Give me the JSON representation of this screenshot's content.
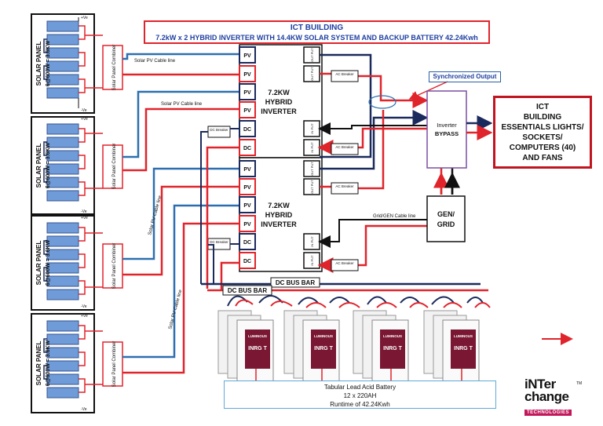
{
  "title": {
    "line1": "ICT BUILDING",
    "line2": "7.2kW x 2 HYBRID INVERTER WITH 14.4KW SOLAR SYSTEM AND BACKUP BATTERY 42.24Kwh"
  },
  "panels": [
    {
      "label_line1": "SOLAR PANEL",
      "label_line2": "6@600W = 3.6KW",
      "combiner": "Solar Panel Combiner"
    },
    {
      "label_line1": "SOLAR PANEL",
      "label_line2": "6@600W = 3.6KW",
      "combiner": "Solar Panel Combiner"
    },
    {
      "label_line1": "SOLAR PANEL",
      "label_line2": "6@600W = 3.6KW",
      "combiner": "Solar Panel Combiner"
    },
    {
      "label_line1": "SOLAR PANEL",
      "label_line2": "6@600W = 3.6KW",
      "combiner": "Solar Panel Combiner"
    }
  ],
  "panel_terminals": {
    "pos": "+Ve",
    "neg": "-Ve"
  },
  "cable_labels": {
    "pv1": "Solar PV Cable line",
    "pv2": "Solar PV Cable line",
    "pv3": "Solar PV Cable line",
    "pv4": "Solar PV Cable line",
    "grid": "Grid/GEN Cable line"
  },
  "inverters": [
    {
      "line1": "7.2KW",
      "line2": "HYBRID",
      "line3": "INVERTER"
    },
    {
      "line1": "7.2KW",
      "line2": "HYBRID",
      "line3": "INVERTER"
    }
  ],
  "ports": {
    "pv": "PV",
    "dc": "DC",
    "out": "OUT PUT",
    "in": "IN PUT"
  },
  "breakers": {
    "ac": "AC Breaker",
    "dc": "DC Breaker"
  },
  "sync_label": "Synchronized Output",
  "bypass": {
    "line1": "Inverter",
    "line2": "BYPASS"
  },
  "output_box": "ICT\nBUILDING\nESSENTIALS LIGHTS/\nSOCKETS/\nCOMPUTERS (40)\nAND FANS",
  "gen_grid": {
    "line1": "GEN/",
    "line2": "GRID"
  },
  "dc_bus_bar": "DC BUS BAR",
  "battery_brand": "LUMINOUS",
  "battery_model": "INRG T",
  "battery_box": {
    "line1": "Tabular Lead Acid Battery",
    "line2": "12 x 220AH",
    "line3": "Runtime of 42.24Kwh"
  },
  "logo": {
    "line1": "iNTer",
    "line2": "change",
    "tag": "TECHNOLOGIES",
    "tm": "TM"
  },
  "colors": {
    "red": "#e0242b",
    "blue": "#2c6fb0",
    "navy": "#1b2a5c",
    "black": "#111111",
    "bypass_border": "#7a4fa3",
    "output_border": "#c0151f",
    "battery_maroon": "#7a1733",
    "logo_magenta": "#c2185b"
  }
}
